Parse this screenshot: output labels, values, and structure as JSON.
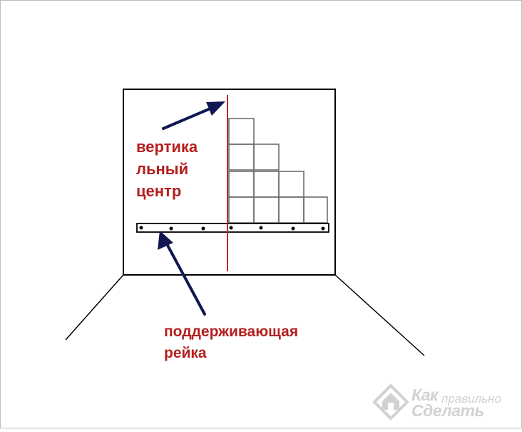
{
  "labels": {
    "vertical_center": "вертика\nльный\nцентр",
    "support_rail": "поддерживающая\nрейка"
  },
  "watermark": {
    "line1": "Как",
    "line1_small": "правильно",
    "line2": "Сделать"
  },
  "colors": {
    "label_red": "#b51f1f",
    "center_line": "#c0282d",
    "arrow_navy": "#0f1650",
    "outline": "#000000",
    "tile_gray": "#6e6e6e",
    "watermark_gray": "#d2d2d2"
  }
}
